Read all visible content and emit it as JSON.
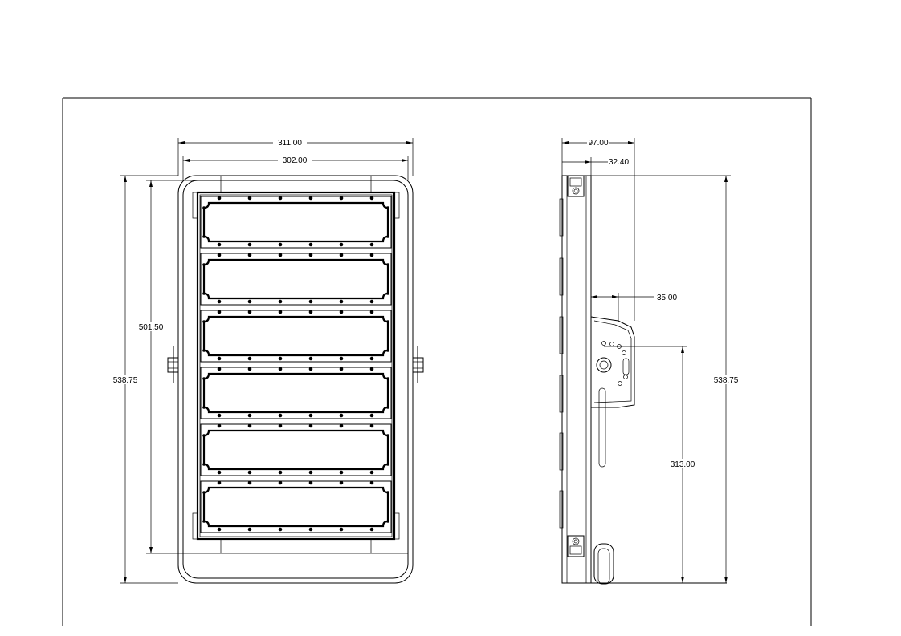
{
  "front_view": {
    "dims": {
      "overall_width": "311.00",
      "inner_width": "302.00",
      "inner_height": "501.50",
      "overall_height": "538.75"
    },
    "module_count": 6
  },
  "side_view": {
    "dims": {
      "depth": "97.00",
      "body_depth": "32.40",
      "bracket_offset": "35.00",
      "mount_height": "313.00",
      "overall_height": "538.75"
    }
  }
}
